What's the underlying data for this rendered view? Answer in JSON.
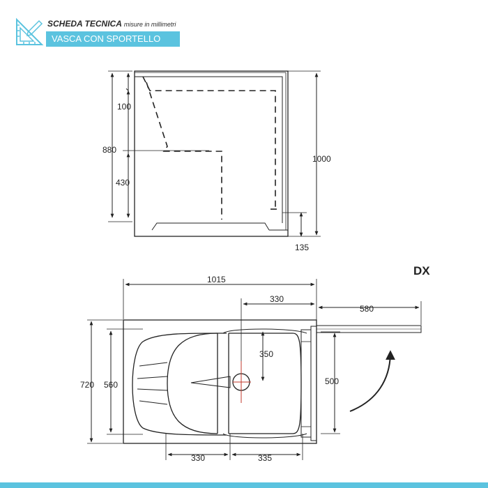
{
  "header": {
    "title": "SCHEDA TECNICA",
    "subtitle": "misure in millimetri",
    "product": "VASCA CON SPORTELLO"
  },
  "side_view": {
    "dim_100": "100",
    "dim_880": "880",
    "dim_430": "430",
    "dim_1000": "1000",
    "dim_135": "135"
  },
  "top_view": {
    "orientation": "DX",
    "dim_1015": "1015",
    "dim_330_top": "330",
    "dim_580": "580",
    "dim_720": "720",
    "dim_560": "560",
    "dim_350": "350",
    "dim_500": "500",
    "dim_330_bottom": "330",
    "dim_335": "335"
  },
  "colors": {
    "accent": "#5bc3df",
    "line": "#222222",
    "drain_mark": "#c0392b"
  }
}
